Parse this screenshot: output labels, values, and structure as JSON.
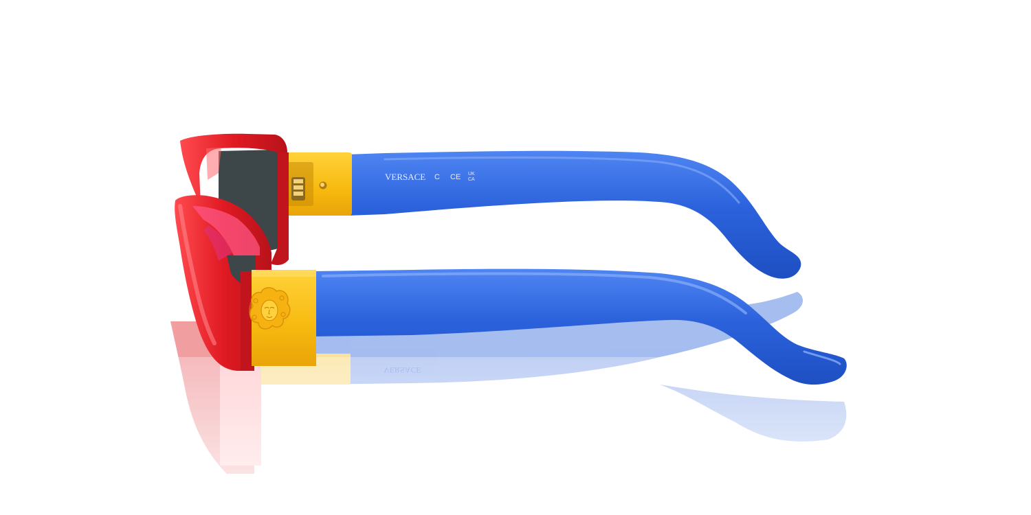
{
  "product": {
    "brand_imprint": "VERSACE",
    "imprint_c": "C",
    "imprint_ce": "CE",
    "imprint_uk": "UK",
    "imprint_ca": "CA"
  },
  "colors": {
    "frame_red": "#e01a22",
    "temple_blue": "#2b62dc",
    "hinge_yellow": "#f7b90f",
    "lens_dark": "#3d4648",
    "background": "#ffffff"
  },
  "icons": {
    "logo": "medusa-head-icon"
  }
}
